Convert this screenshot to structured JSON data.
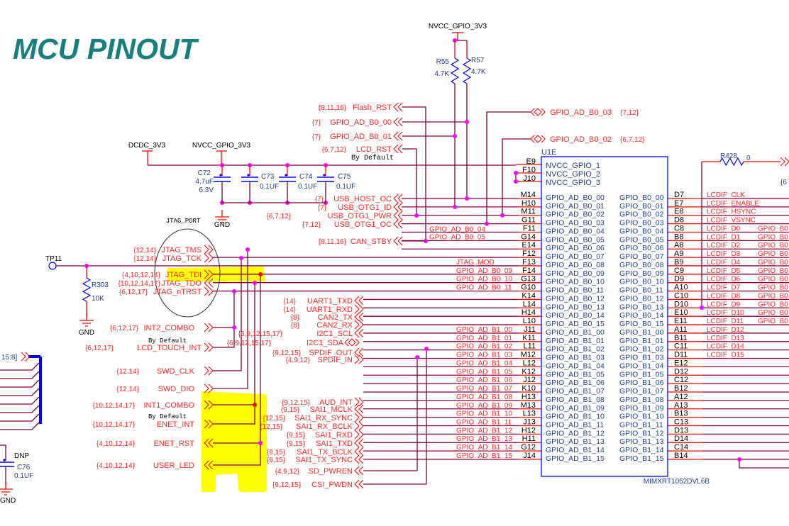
{
  "title": "MCU PINOUT",
  "colors": {
    "title": "#17807e",
    "wire": "#800040",
    "pin": "#ff0000",
    "net_label": "#ff2a2a",
    "part_text": "#24408e",
    "junction": "#ff00ff",
    "highlight": "#ffff00",
    "bus": "#0000ff"
  },
  "power": {
    "dcdc": "DCDC_3V3",
    "nvcc_left": "NVCC_GPIO_3V3",
    "nvcc_top": "NVCC_GPIO_3V3",
    "gnd": "GND"
  },
  "parts": {
    "c72": {
      "ref": "C72",
      "value": "4.7uF",
      "voltage": "6.3V"
    },
    "c73": {
      "ref": "C73",
      "value": "0.1UF"
    },
    "c74": {
      "ref": "C74",
      "value": "0.1UF"
    },
    "c75": {
      "ref": "C75",
      "value": "0.1UF"
    },
    "r55": {
      "ref": "R55",
      "value": "4.7K"
    },
    "r57": {
      "ref": "R57",
      "value": "4.7K"
    },
    "r303": {
      "ref": "R303",
      "value": "10K"
    },
    "r428": {
      "ref": "R428",
      "value": "0"
    },
    "c76": {
      "ref": "C76",
      "value": "0.1UF",
      "note": "DNP"
    },
    "tp11": {
      "ref": "TP11"
    },
    "u1e": {
      "ref": "U1E",
      "part": "MIMXRT1052DVL6B",
      "power_pins": [
        "E9",
        "F10",
        "J10"
      ],
      "power_names": [
        "NVCC_GPIO_1",
        "NVCC_GPIO_2",
        "NVCC_GPIO_3"
      ]
    }
  },
  "jtag_port_label": "JTAG_PORT",
  "by_default": "By Default",
  "bus_label": "15:8]",
  "left_pins": [
    "M14",
    "H10",
    "M11",
    "G11",
    "F11",
    "G14",
    "E14",
    "F12",
    "F13",
    "F14",
    "G13",
    "G10",
    "K14",
    "L14",
    "H14",
    "L10",
    "J11",
    "K11",
    "L11",
    "M12",
    "L12",
    "K12",
    "J12",
    "K10",
    "H13",
    "M13",
    "L13",
    "J13",
    "H12",
    "H11",
    "G12",
    "J14"
  ],
  "left_names": [
    "GPIO_AD_B0_00",
    "GPIO_AD_B0_01",
    "GPIO_AD_B0_02",
    "GPIO_AD_B0_03",
    "GPIO_AD_B0_04",
    "GPIO_AD_B0_05",
    "GPIO_AD_B0_06",
    "GPIO_AD_B0_07",
    "GPIO_AD_B0_08",
    "GPIO_AD_B0_09",
    "GPIO_AD_B0_10",
    "GPIO_AD_B0_11",
    "GPIO_AD_B0_12",
    "GPIO_AD_B0_13",
    "GPIO_AD_B0_14",
    "GPIO_AD_B0_15",
    "GPIO_AD_B1_00",
    "GPIO_AD_B1_01",
    "GPIO_AD_B1_02",
    "GPIO_AD_B1_03",
    "GPIO_AD_B1_04",
    "GPIO_AD_B1_05",
    "GPIO_AD_B1_06",
    "GPIO_AD_B1_07",
    "GPIO_AD_B1_08",
    "GPIO_AD_B1_09",
    "GPIO_AD_B1_10",
    "GPIO_AD_B1_11",
    "GPIO_AD_B1_12",
    "GPIO_AD_B1_13",
    "GPIO_AD_B1_14",
    "GPIO_AD_B1_15"
  ],
  "right_pins": [
    "D7",
    "E7",
    "E8",
    "D8",
    "C8",
    "B8",
    "A8",
    "A9",
    "B9",
    "C9",
    "D9",
    "A10",
    "C10",
    "D10",
    "E10",
    "E11",
    "A11",
    "B11",
    "C11",
    "D11",
    "E12",
    "D12",
    "C12",
    "B12",
    "A12",
    "A13",
    "B13",
    "C13",
    "D13",
    "D14",
    "C14",
    "B14"
  ],
  "right_names": [
    "GPIO_B0_00",
    "GPIO_B0_01",
    "GPIO_B0_02",
    "GPIO_B0_03",
    "GPIO_B0_04",
    "GPIO_B0_05",
    "GPIO_B0_06",
    "GPIO_B0_07",
    "GPIO_B0_08",
    "GPIO_B0_09",
    "GPIO_B0_10",
    "GPIO_B0_11",
    "GPIO_B0_12",
    "GPIO_B0_13",
    "GPIO_B0_14",
    "GPIO_B0_15",
    "GPIO_B1_00",
    "GPIO_B1_01",
    "GPIO_B1_02",
    "GPIO_B1_03",
    "GPIO_B1_04",
    "GPIO_B1_05",
    "GPIO_B1_06",
    "GPIO_B1_07",
    "GPIO_B1_08",
    "GPIO_B1_09",
    "GPIO_B1_10",
    "GPIO_B1_11",
    "GPIO_B1_12",
    "GPIO_B1_13",
    "GPIO_B1_14",
    "GPIO_B1_15"
  ],
  "lcdif_labels": [
    "LCDIF_CLK",
    "LCDIF_ENABLE",
    "LCDIF_HSYNC",
    "LCDIF_VSYNC",
    "LCDIF_D0",
    "LCDIF_D1",
    "LCDIF_D2",
    "LCDIF_D3",
    "LCDIF_D4",
    "LCDIF_D5",
    "LCDIF_D6",
    "LCDIF_D7",
    "LCDIF_D8",
    "LCDIF_D9",
    "LCDIF_D10",
    "LCDIF_D11",
    "LCDIF_D12",
    "LCDIF_D13",
    "LCDIF_D14",
    "LCDIF_D15"
  ],
  "lcdif_gpio_label": "GPIO_B0_",
  "wire_labels": {
    "jtag_mod": "JTAG_MOD",
    "b0_04": "GPIO_AD_B0_04",
    "b0_05": "GPIO_AD_B0_05",
    "b0_09": "GPIO_AD_B0_09",
    "b0_10": "GPIO_AD_B0_10",
    "b0_11": "GPIO_AD_B0_11"
  },
  "right_ports": [
    {
      "name": "GPIO_AD_B0_03",
      "refs": "{7,12}"
    },
    {
      "name": "GPIO_AD_B0_02",
      "refs": "{6,7,12}"
    }
  ],
  "right_edge_ref": "{6",
  "top_nets": [
    {
      "name": "Flash_RST",
      "refs": "{8,11,16}"
    },
    {
      "name": "GPIO_AD_B0_00",
      "refs": "{7}"
    },
    {
      "name": "GPIO_AD_B0_01",
      "refs": "{7}"
    },
    {
      "name": "LCD_RST",
      "refs": "{6,7,12}"
    },
    {
      "name": "USB_HOST_OC",
      "refs": "{7}"
    },
    {
      "name": "USB_OTG1_ID",
      "refs": "{7}"
    },
    {
      "name": "USB_OTG1_PWR",
      "refs": "{6,7,12}"
    },
    {
      "name": "USB_OTG1_OC",
      "refs": "{7,12}"
    },
    {
      "name": "CAN_STBY",
      "refs": "{8,11,16}"
    }
  ],
  "left_nets": [
    {
      "name": "JTAG_TMS",
      "refs": "{12,14}"
    },
    {
      "name": "JTAG_TCK",
      "refs": "{12,14}"
    },
    {
      "name": "JTAG_TDI",
      "refs": "{4,10,12,14}"
    },
    {
      "name": "JTAG_TDO",
      "refs": "{10,12,14,17}"
    },
    {
      "name": "JTAG_nTRST",
      "refs": "{6,12,17}"
    },
    {
      "name": "INT2_COMBO",
      "refs": "{6,12,17}"
    },
    {
      "name": "LCD_TOUCH_INT",
      "refs": "{6,12,17}"
    },
    {
      "name": "SWD_CLK",
      "refs": "{12,14}"
    },
    {
      "name": "SWD_DIO",
      "refs": "{12,14}"
    },
    {
      "name": "INT1_COMBO",
      "refs": "{10,12,14,17}"
    },
    {
      "name": "ENET_INT",
      "refs": "{10,12,14,17}"
    },
    {
      "name": "ENET_RST",
      "refs": "{4,10,12,14}"
    },
    {
      "name": "USER_LED",
      "refs": "{4,10,12,14}"
    }
  ],
  "mid_nets": [
    {
      "name": "UART1_TXD",
      "refs": "{14}"
    },
    {
      "name": "UART1_RXD",
      "refs": "{14}"
    },
    {
      "name": "CAN2_TX",
      "refs": "{8}"
    },
    {
      "name": "CAN2_RX",
      "refs": "{8}"
    },
    {
      "name": "I2C1_SCL",
      "refs": "{6,9,12,15,17}"
    },
    {
      "name": "I2C1_SDA",
      "refs": "{6,9,12,15,17}"
    },
    {
      "name": "SPDIF_OUT",
      "refs": "{9,12,15}"
    },
    {
      "name": "SPDIF_IN",
      "refs": "{4,9,12}"
    },
    {
      "name": "AUD_INT",
      "refs": "{9,12,15}"
    },
    {
      "name": "SAI1_MCLK",
      "refs": "{9,15}"
    },
    {
      "name": "SAI1_RX_SYNC",
      "refs": "{12,15}"
    },
    {
      "name": "SAI1_RX_BCLK",
      "refs": "{12,15}"
    },
    {
      "name": "SAI1_RXD",
      "refs": "{9,15}"
    },
    {
      "name": "SAI1_TXD",
      "refs": "{9,15}"
    },
    {
      "name": "SAI1_TX_BCLK",
      "refs": "{9,15}"
    },
    {
      "name": "SAI1_TX_SYNC",
      "refs": "{9,15}"
    },
    {
      "name": "SD_PWREN",
      "refs": "{4,9,12}"
    },
    {
      "name": "CSI_PWDN",
      "refs": "{9,12,15}"
    }
  ]
}
